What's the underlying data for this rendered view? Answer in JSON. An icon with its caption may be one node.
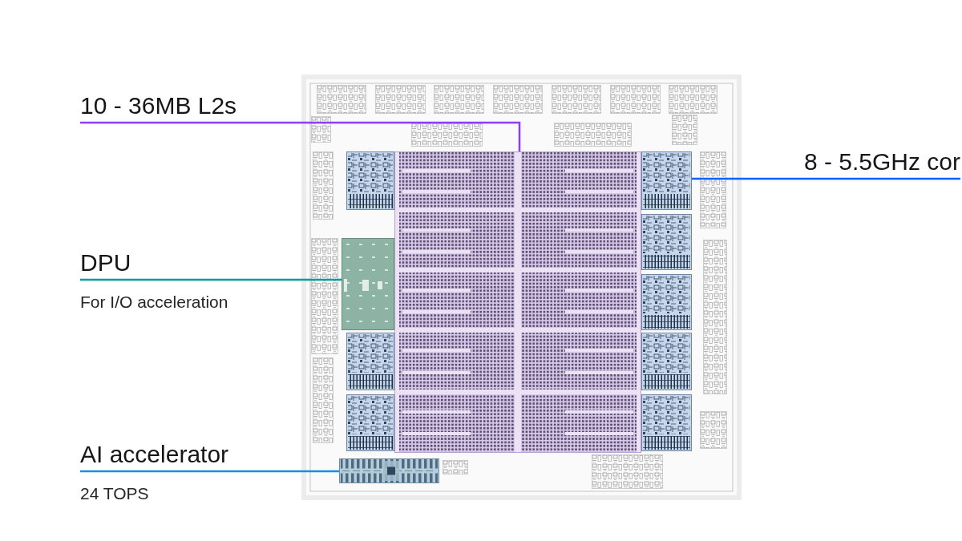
{
  "diagram": {
    "nodes": [
      {
        "text": [
          "10 - 36MB L2s"
        ]
      },
      {
        "text": [],
        "shape": "picture"
      },
      {
        "text": [
          "8 - 5.5GHz cor"
        ]
      },
      {
        "text": [],
        "shape": "picture"
      },
      {
        "text": [
          "DPU"
        ],
        "beside": [
          "For I/O acceleration"
        ]
      },
      {
        "text": [],
        "shape": "picture"
      },
      {
        "text": [
          "AI accelerator"
        ],
        "beside": [
          "24 TOPS"
        ]
      },
      {
        "text": [],
        "shape": "picture"
      }
    ],
    "edges": [
      {
        "from": 0,
        "to": 1,
        "arrow": "none",
        "color": "#8a3ffc"
      },
      {
        "from": 2,
        "to": 3,
        "arrow": "none",
        "color": "#0f62fe"
      },
      {
        "from": 4,
        "to": 5,
        "arrow": "none",
        "color": "#009d9a"
      },
      {
        "from": 6,
        "to": 7,
        "arrow": "none",
        "color": "#1192e8"
      }
    ]
  }
}
